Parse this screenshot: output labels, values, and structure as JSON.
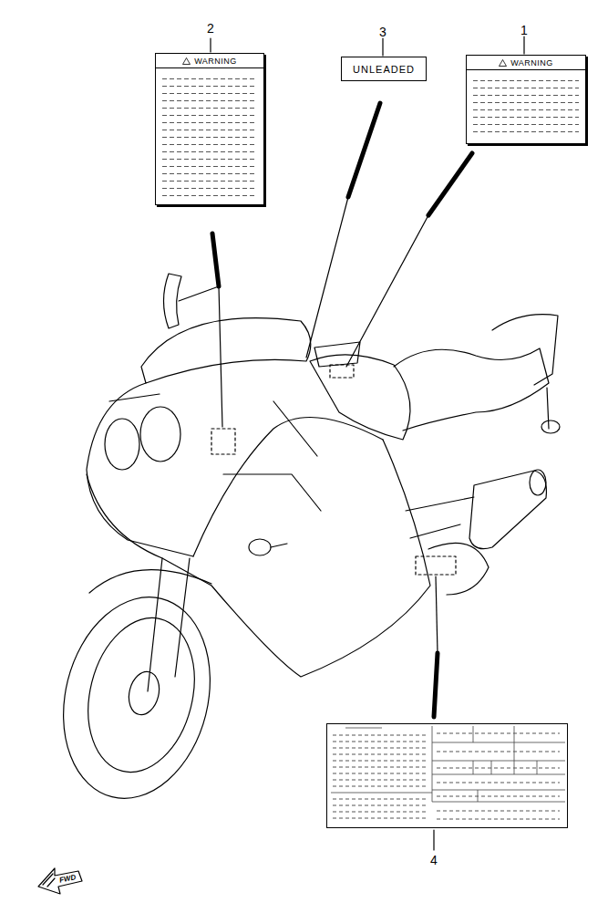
{
  "diagram": {
    "nodes": [
      {
        "text": [
          "2",
          "WARNING"
        ]
      },
      {
        "text": [
          "3",
          "UNLEADED"
        ]
      },
      {
        "text": [
          "1",
          "WARNING"
        ]
      },
      {
        "text": [
          "4"
        ]
      }
    ],
    "labels": [
      "FWD"
    ]
  }
}
